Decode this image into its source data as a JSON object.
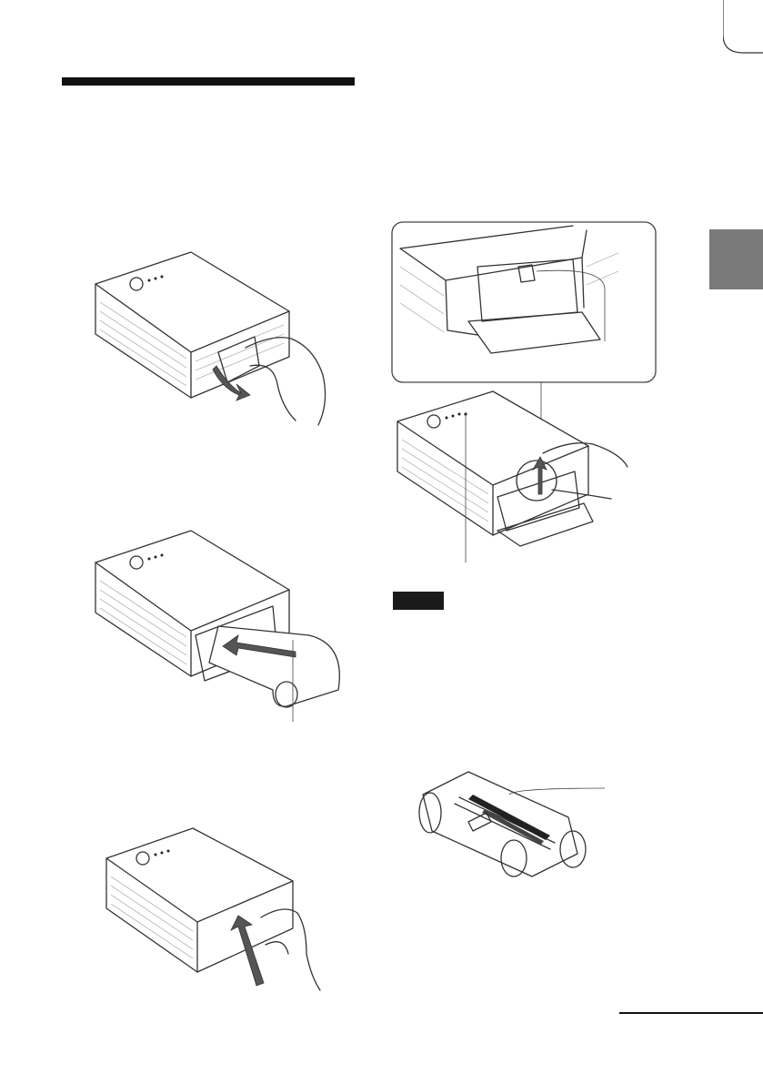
{
  "page": {
    "marks": {
      "crop_corner": "crop-mark",
      "section_rule": "section-rule",
      "side_tab": "chapter-tab",
      "note_badge": "note-badge",
      "continued_rule": "continued-rule"
    },
    "colors": {
      "ink": "#111111",
      "tab_gray": "#7a7a7a",
      "badge": "#1a1a1a"
    }
  },
  "illustrations": [
    "printer-opening-tray-door",
    "printer-inserting-ribbon-cartridge",
    "printer-closing-tray-door",
    "printer-eject-lever-detail",
    "printer-pushing-eject-lever",
    "ribbon-cartridge"
  ]
}
